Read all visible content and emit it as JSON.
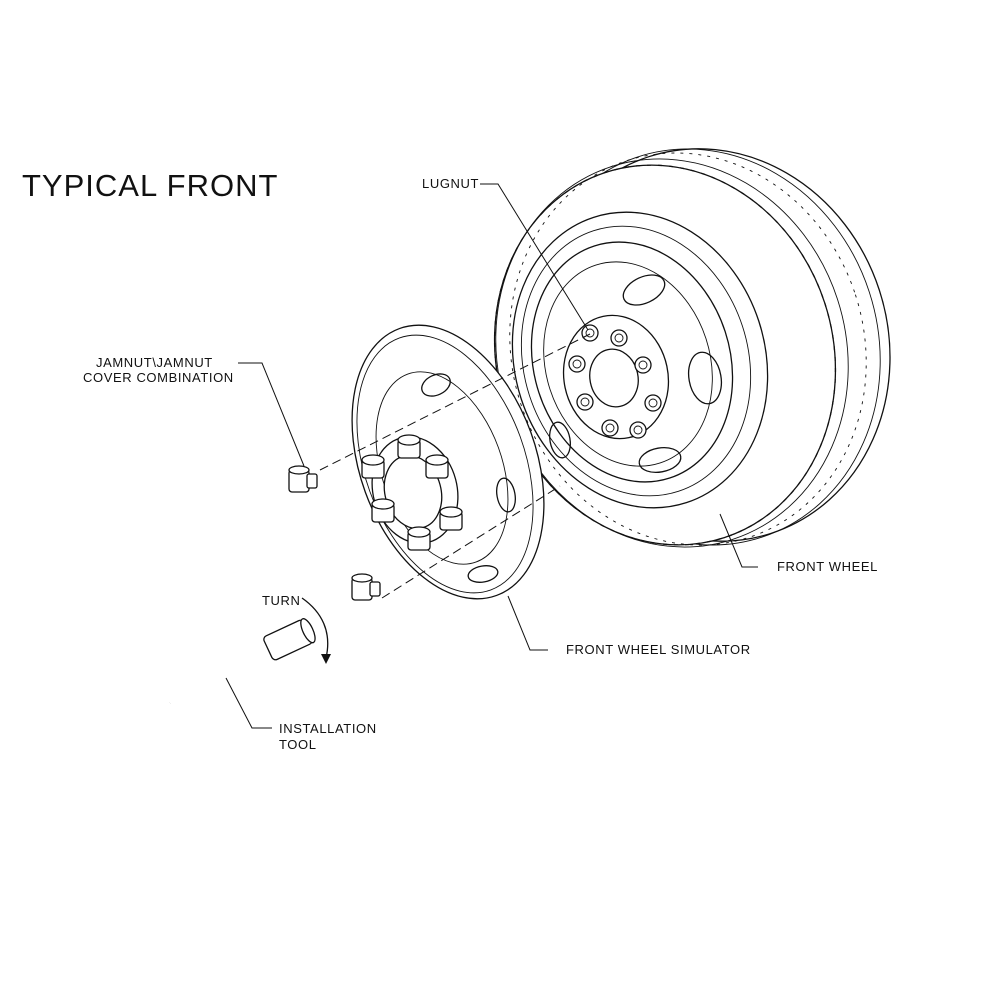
{
  "title": "TYPICAL FRONT",
  "labels": {
    "lugnut": "LUGNUT",
    "jamnut_line1": "JAMNUT\\JAMNUT",
    "jamnut_line2": "COVER COMBINATION",
    "front_wheel": "FRONT WHEEL",
    "turn": "TURN",
    "front_wheel_simulator": "FRONT WHEEL SIMULATOR",
    "installation_line1": "INSTALLATION",
    "installation_line2": "TOOL"
  },
  "icons": {
    "front_wheel": "tire-wheel-icon",
    "simulator": "wheel-simulator-disc-icon",
    "jamnut": "jamnut-icon",
    "tool": "t-handle-wrench-icon",
    "turn_arrow": "rotation-arrow-icon"
  }
}
